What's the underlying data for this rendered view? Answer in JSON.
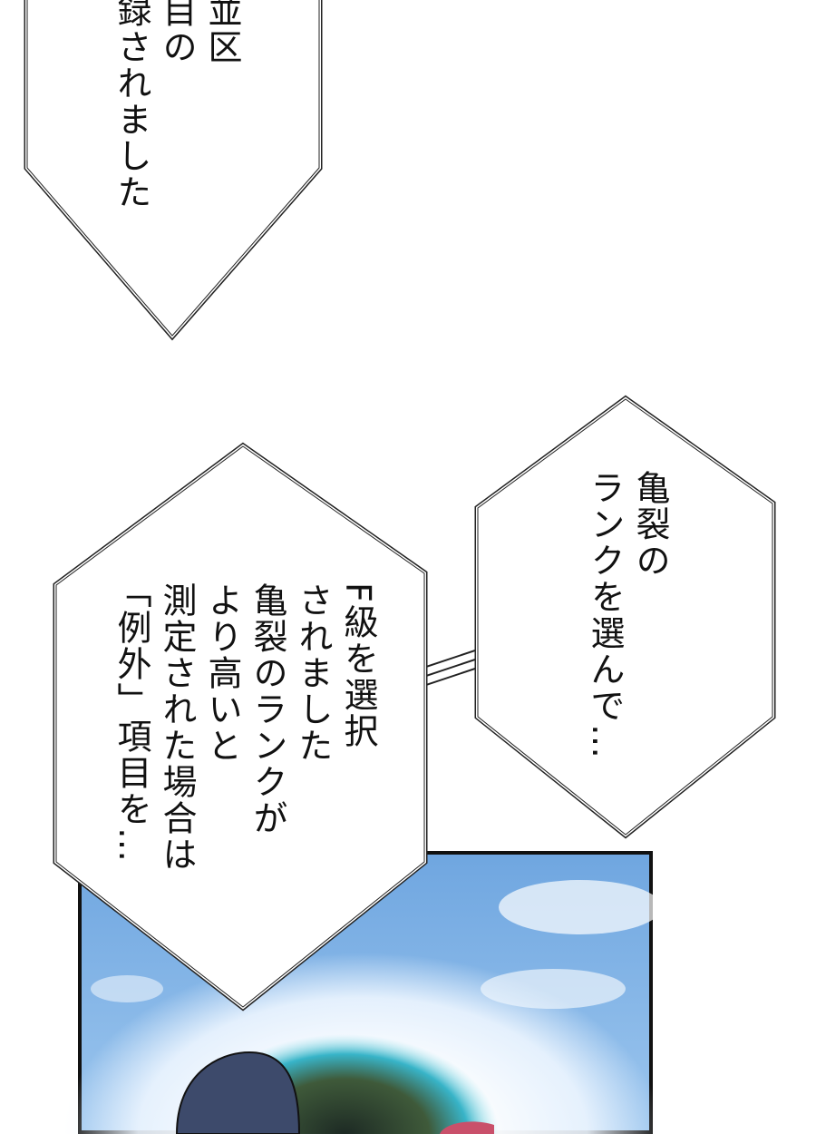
{
  "top_bubble": {
    "lines": [
      "並区",
      "目の",
      "録されました"
    ]
  },
  "right_bubble": {
    "lines": [
      "亀裂の",
      "ランクを選んで…"
    ]
  },
  "left_bubble": {
    "lines": [
      "F級を選択",
      "されました",
      "亀裂のランクが",
      "より高いと",
      "測定された場合は",
      "「例外」項目を…"
    ]
  },
  "colors": {
    "sky": "#7fb3e6",
    "panel_border": "#111111",
    "hair": "#3d4a6b"
  }
}
